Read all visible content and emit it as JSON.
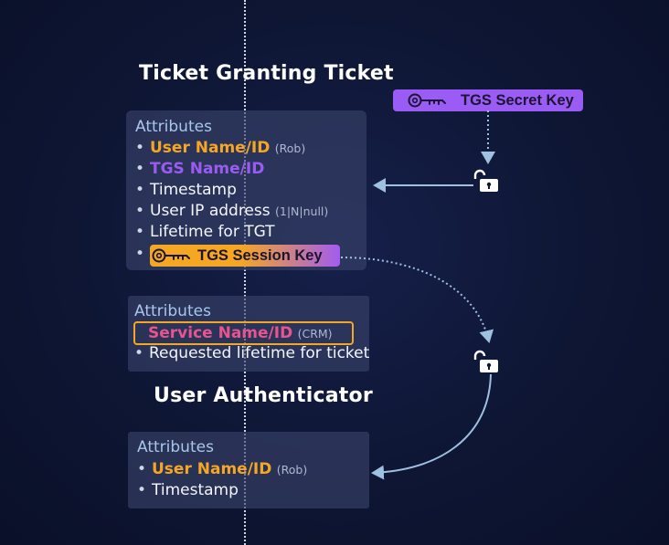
{
  "tgt": {
    "title": "Ticket Granting Ticket",
    "header": "Attributes",
    "items": [
      {
        "bullet": "•",
        "text": "User Name/ID",
        "note": "(Rob)"
      },
      {
        "bullet": "•",
        "text": "TGS Name/ID"
      },
      {
        "bullet": "•",
        "text": "Timestamp"
      },
      {
        "bullet": "•",
        "text": "User IP address",
        "note": "(1|N|null)"
      },
      {
        "bullet": "•",
        "text": "Lifetime for TGT"
      }
    ],
    "session_key": {
      "bullet": "•",
      "label": "TGS Session Key",
      "icon": "key-icon"
    }
  },
  "secret_key": {
    "label": "TGS Secret Key",
    "icon": "key-icon"
  },
  "service_request": {
    "header": "Attributes",
    "items": [
      {
        "text": "Service Name/ID",
        "note": "(CRM)"
      },
      {
        "bullet": "•",
        "text": "Requested lifetime for ticket"
      }
    ]
  },
  "authenticator": {
    "title": "User Authenticator",
    "header": "Attributes",
    "items": [
      {
        "bullet": "•",
        "text": "User Name/ID",
        "note": "(Rob)"
      },
      {
        "bullet": "•",
        "text": "Timestamp"
      }
    ]
  },
  "icons": [
    "unlocked-padlock-icon",
    "key-icon"
  ],
  "colors": {
    "orange": "#f5a623",
    "purple": "#9a5cf0",
    "pink": "#e8558b",
    "secret_key_bg": "#9b5cf5",
    "arrow": "#9fc0e0",
    "background": "#0e1634"
  }
}
